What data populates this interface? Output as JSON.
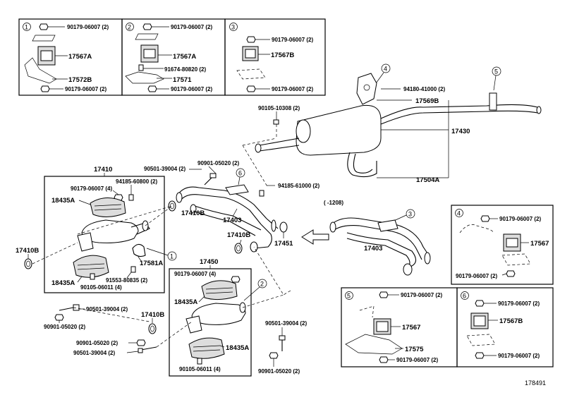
{
  "callouts": [
    "1",
    "2",
    "3",
    "4",
    "5",
    "6"
  ],
  "inset1": {
    "label": "1",
    "parts": [
      "90179-06007 (2)",
      "17567A",
      "17572B",
      "90179-06007 (2)"
    ]
  },
  "inset2": {
    "label": "2",
    "parts": [
      "90179-06007 (2)",
      "17567A",
      "91674-80820 (2)",
      "17571",
      "90179-06007 (2)"
    ]
  },
  "inset3": {
    "label": "3",
    "parts": [
      "90179-06007 (2)",
      "17567B",
      "90179-06007 (2)"
    ]
  },
  "inset4": {
    "label": "4",
    "parts": [
      "90179-06007 (2)",
      "17567",
      "90179-06007 (2)"
    ]
  },
  "inset5": {
    "label": "5",
    "parts": [
      "90179-06007 (2)",
      "17567",
      "17575",
      "90179-06007 (2)"
    ]
  },
  "inset6": {
    "label": "6",
    "parts": [
      "90179-06007 (2)",
      "17567B",
      "90179-06007 (2)"
    ]
  },
  "main": {
    "p94180": "94180-41000 (2)",
    "p17569B": "17569B",
    "p17430": "17430",
    "p17504A": "17504A",
    "p90105_10308": "90105-10308 (2)",
    "p90501_39004_a": "90501-39004 (2)",
    "p90901_05020_a": "90901-05020 (2)",
    "p94185_61000": "94185-61000 (2)",
    "p17410B_a": "17410B",
    "p17403_a": "17403",
    "p17410B_b": "17410B",
    "p17451": "17451",
    "p17403_b": "17403",
    "bracket_note": "(    -1208)",
    "p17410": "17410",
    "p90179_06007_4": "90179-06007 (4)",
    "p94185_60800": "94185-60800 (2)",
    "p18435A_a": "18435A",
    "p17410B_left": "17410B",
    "p17581A": "17581A",
    "p18435A_b": "18435A",
    "p91553": "91553-80835 (2)",
    "p90105_06011_4": "90105-06011 (4)",
    "p90501_39004_b": "90501-39004 (2)",
    "p90901_05020_b": "90901-05020 (2)",
    "p17450": "17450",
    "p90179_06007_4b": "90179-06007 (4)",
    "p18435A_c": "18435A",
    "p17410B_c": "17410B",
    "p90901_05020_c": "90901-05020 (2)",
    "p90501_39004_c": "90501-39004 (2)",
    "p18435A_d": "18435A",
    "p90105_06011_4b": "90105-06011 (4)",
    "p90501_39004_d": "90501-39004 (2)",
    "p90901_05020_d": "90901-05020 (2)"
  },
  "diagram_id": "178491"
}
